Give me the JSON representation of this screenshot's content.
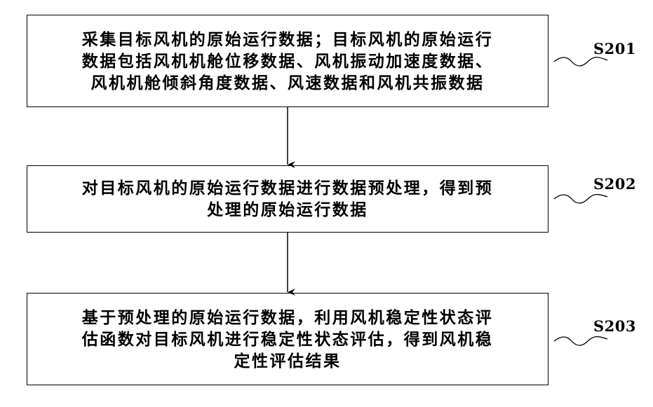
{
  "steps": [
    {
      "id": "S201",
      "text": "采集目标风机的原始运行数据；目标风机的原始运行\n数据包括风机机舱位移数据、风机振动加速度数据、\n风机机舱倾斜角度数据、风速数据和风机共振数据"
    },
    {
      "id": "S202",
      "text": "对目标风机的原始运行数据进行数据预处理，得到预\n处理的原始运行数据"
    },
    {
      "id": "S203",
      "text": "基于预处理的原始运行数据，利用风机稳定性状态评\n估函数对目标风机进行稳定性状态评估，得到风机稳\n定性评估结果"
    }
  ]
}
